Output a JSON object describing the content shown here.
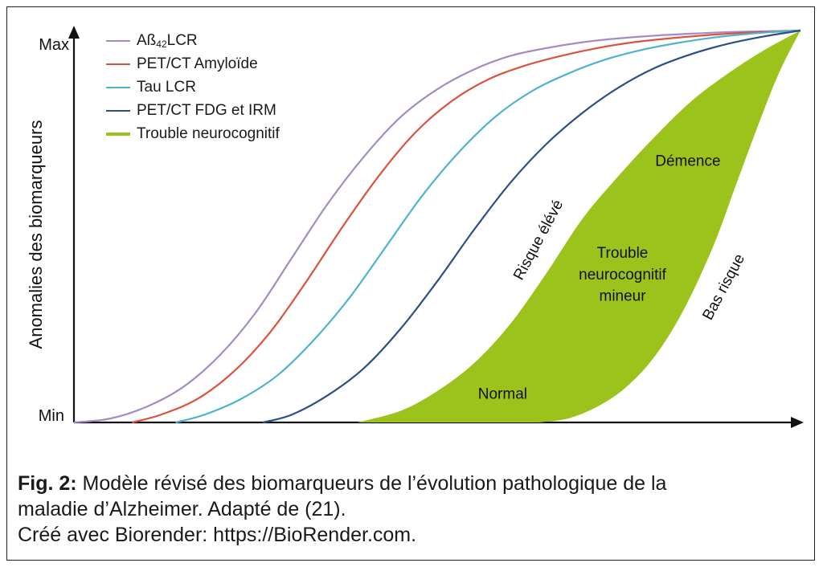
{
  "caption": {
    "lead": "Fig. 2:",
    "line1": " Modèle révisé des biomarqueurs de l’évolution pathologique de la",
    "line2": "maladie d’Alzheimer. Adapté de (21).",
    "line3": "Créé avec Biorender: https://BioRender.com."
  },
  "legend": [
    {
      "label_main": "Aß",
      "label_sub": "42",
      "label_tail": "LCR",
      "color": "#a58bc4"
    },
    {
      "label_main": "PET/CT Amyloïde",
      "label_sub": "",
      "label_tail": "",
      "color": "#d9533f"
    },
    {
      "label_main": "Tau LCR",
      "label_sub": "",
      "label_tail": "",
      "color": "#4fb3cf"
    },
    {
      "label_main": "PET/CT FDG et IRM",
      "label_sub": "",
      "label_tail": "",
      "color": "#2d4f86"
    },
    {
      "label_main": "Trouble neurocognitif",
      "label_sub": "",
      "label_tail": "",
      "color": "#9cc31b"
    }
  ],
  "chart_data": {
    "type": "line",
    "ylabel": "Anomalies des biomarqueurs",
    "xlabel": "",
    "y_ticks": [
      "Max",
      "Min"
    ],
    "ylim": [
      0,
      1
    ],
    "xlim": [
      0,
      1
    ],
    "series": [
      {
        "name": "Aß42LCR",
        "color": "#a58bc4",
        "kind": "line",
        "x": [
          0.0,
          0.05,
          0.1,
          0.15,
          0.2,
          0.25,
          0.3,
          0.35,
          0.4,
          0.45,
          0.5,
          0.55,
          0.6,
          0.65,
          0.7,
          0.75,
          0.8,
          0.85,
          0.9,
          0.95,
          1.0
        ],
        "y": [
          0.0,
          0.01,
          0.04,
          0.09,
          0.17,
          0.28,
          0.42,
          0.56,
          0.68,
          0.78,
          0.85,
          0.9,
          0.935,
          0.955,
          0.97,
          0.98,
          0.987,
          0.992,
          0.996,
          0.998,
          1.0
        ]
      },
      {
        "name": "PET/CT Amyloïde",
        "color": "#d9533f",
        "kind": "line",
        "x": [
          0.08,
          0.12,
          0.17,
          0.22,
          0.27,
          0.32,
          0.37,
          0.42,
          0.47,
          0.52,
          0.57,
          0.62,
          0.67,
          0.72,
          0.77,
          0.82,
          0.87,
          0.92,
          0.96,
          1.0
        ],
        "y": [
          0.0,
          0.02,
          0.06,
          0.13,
          0.23,
          0.36,
          0.5,
          0.63,
          0.74,
          0.82,
          0.875,
          0.91,
          0.935,
          0.955,
          0.97,
          0.98,
          0.988,
          0.994,
          0.997,
          1.0
        ]
      },
      {
        "name": "Tau LCR",
        "color": "#4fb3cf",
        "kind": "line",
        "x": [
          0.14,
          0.18,
          0.23,
          0.28,
          0.33,
          0.38,
          0.43,
          0.48,
          0.53,
          0.58,
          0.63,
          0.68,
          0.73,
          0.78,
          0.83,
          0.88,
          0.92,
          0.96,
          1.0
        ],
        "y": [
          0.0,
          0.02,
          0.06,
          0.12,
          0.21,
          0.32,
          0.45,
          0.58,
          0.69,
          0.78,
          0.845,
          0.89,
          0.925,
          0.95,
          0.968,
          0.982,
          0.99,
          0.996,
          1.0
        ]
      },
      {
        "name": "PET/CT FDG et IRM",
        "color": "#2d4f86",
        "kind": "line",
        "x": [
          0.26,
          0.3,
          0.35,
          0.4,
          0.45,
          0.5,
          0.55,
          0.6,
          0.65,
          0.7,
          0.75,
          0.8,
          0.85,
          0.9,
          0.95,
          1.0
        ],
        "y": [
          0.0,
          0.02,
          0.07,
          0.14,
          0.24,
          0.36,
          0.49,
          0.61,
          0.71,
          0.79,
          0.855,
          0.905,
          0.94,
          0.966,
          0.985,
          1.0
        ]
      },
      {
        "name": "Trouble neurocognitif",
        "color": "#9cc31b",
        "kind": "band",
        "x_upper": [
          0.39,
          0.45,
          0.5,
          0.55,
          0.6,
          0.65,
          0.7,
          0.75,
          0.8,
          0.85,
          0.9,
          0.95,
          1.0
        ],
        "y_upper": [
          0.0,
          0.03,
          0.08,
          0.15,
          0.25,
          0.38,
          0.52,
          0.63,
          0.73,
          0.82,
          0.89,
          0.95,
          1.0
        ],
        "x_lower": [
          0.64,
          0.68,
          0.72,
          0.76,
          0.8,
          0.84,
          0.88,
          0.91,
          0.94,
          0.97,
          1.0
        ],
        "y_lower": [
          0.0,
          0.01,
          0.04,
          0.09,
          0.17,
          0.29,
          0.45,
          0.6,
          0.75,
          0.89,
          1.0
        ]
      }
    ],
    "annotations": [
      {
        "text": "Démence",
        "x": 0.845,
        "y": 0.655,
        "rotate": 0
      },
      {
        "text": "Trouble",
        "x": 0.755,
        "y": 0.42,
        "rotate": 0
      },
      {
        "text": "neurocognitif",
        "x": 0.755,
        "y": 0.365,
        "rotate": 0
      },
      {
        "text": "mineur",
        "x": 0.755,
        "y": 0.31,
        "rotate": 0
      },
      {
        "text": "Normal",
        "x": 0.59,
        "y": 0.06,
        "rotate": 0
      },
      {
        "text": "Risque élévé",
        "x": 0.645,
        "y": 0.46,
        "rotate": -62
      },
      {
        "text": "Bas risque",
        "x": 0.9,
        "y": 0.34,
        "rotate": -62
      }
    ]
  }
}
